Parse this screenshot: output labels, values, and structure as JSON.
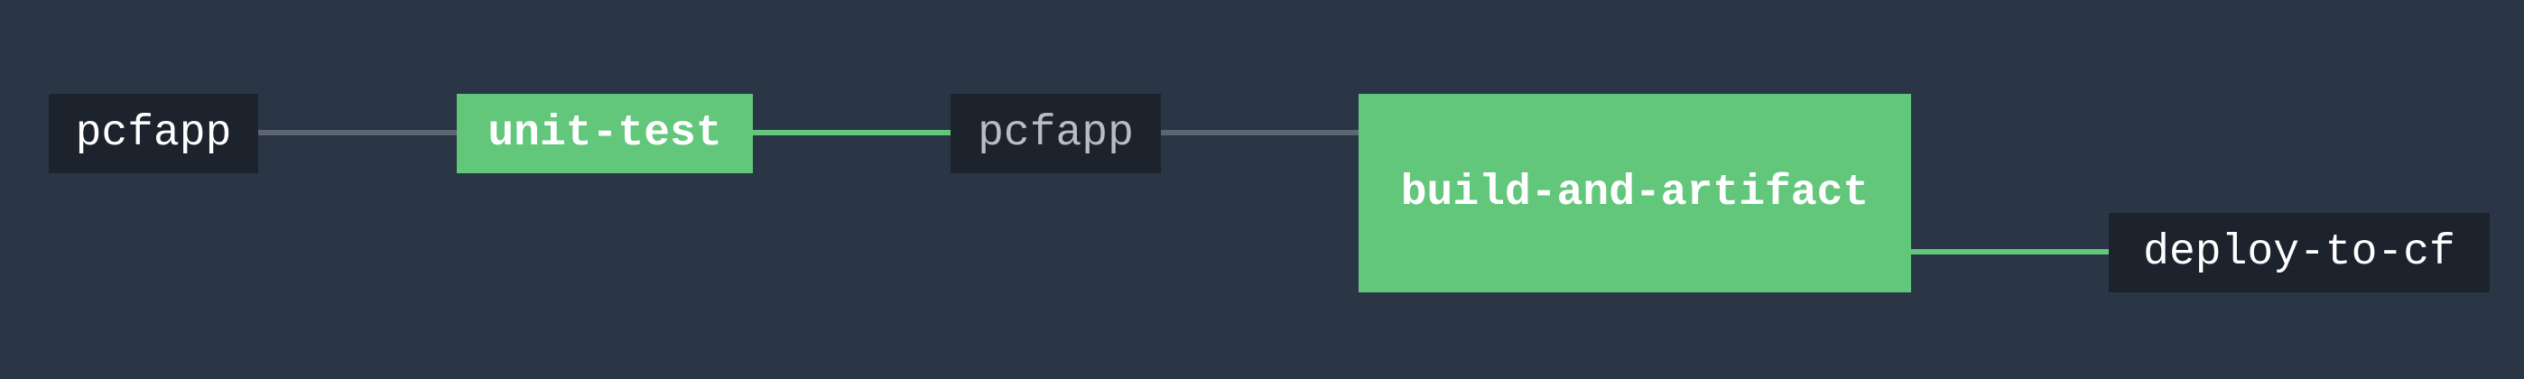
{
  "pipeline": {
    "nodes": [
      {
        "id": "pcfapp-input",
        "kind": "resource",
        "label": "pcfapp"
      },
      {
        "id": "unit-test",
        "kind": "job",
        "status": "succeeded",
        "label": "unit-test"
      },
      {
        "id": "pcfapp-passed",
        "kind": "resource",
        "label": "pcfapp"
      },
      {
        "id": "build-and-artifact",
        "kind": "job",
        "status": "succeeded",
        "label": "build-and-artifact"
      },
      {
        "id": "deploy-to-cf",
        "kind": "resource",
        "label": "deploy-to-cf"
      }
    ],
    "edges": [
      {
        "from": "pcfapp-input",
        "to": "unit-test",
        "color": "#5c6570"
      },
      {
        "from": "unit-test",
        "to": "pcfapp-passed",
        "color": "#62c77b"
      },
      {
        "from": "pcfapp-passed",
        "to": "build-and-artifact",
        "color": "#5c6570"
      },
      {
        "from": "build-and-artifact",
        "to": "deploy-to-cf",
        "color": "#62c77b"
      }
    ]
  },
  "colors": {
    "background": "#2a3646",
    "resource_bg": "#1c232d",
    "job_succeeded": "#62c77b",
    "edge_inactive": "#5c6570",
    "edge_active": "#62c77b"
  }
}
